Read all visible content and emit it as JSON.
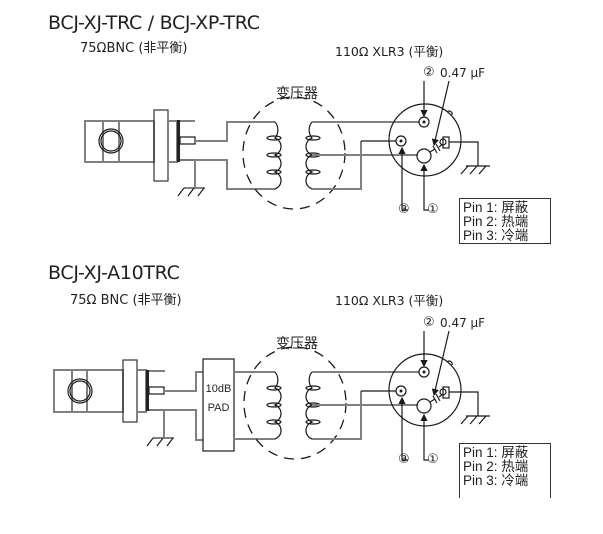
{
  "diagrams": [
    {
      "title": "BCJ-XJ-TRC / BCJ-XP-TRC",
      "input_label": "75ΩBNC (非平衡)",
      "output_label": "110Ω XLR3 (平衡)",
      "transformer_label": "变压器",
      "pin2_marker": "②",
      "capacitor_label": "0.47 µF",
      "pin3_marker": "③",
      "pin1_marker": "①",
      "pin_legend": [
        "Pin 1: 屏蔽",
        "Pin 2: 热端",
        "Pin 3: 冷端"
      ]
    },
    {
      "title": "BCJ-XJ-A10TRC",
      "input_label": "75Ω BNC (非平衡)",
      "output_label": "110Ω XLR3 (平衡)",
      "transformer_label": "变压器",
      "pad_label_line1": "10dB",
      "pad_label_line2": "PAD",
      "pin2_marker": "②",
      "capacitor_label": "0.47 µF",
      "pin3_marker": "③",
      "pin1_marker": "①",
      "pin_legend": [
        "Pin 1: 屏蔽",
        "Pin 2: 热端",
        "Pin 3: 冷端"
      ]
    }
  ]
}
